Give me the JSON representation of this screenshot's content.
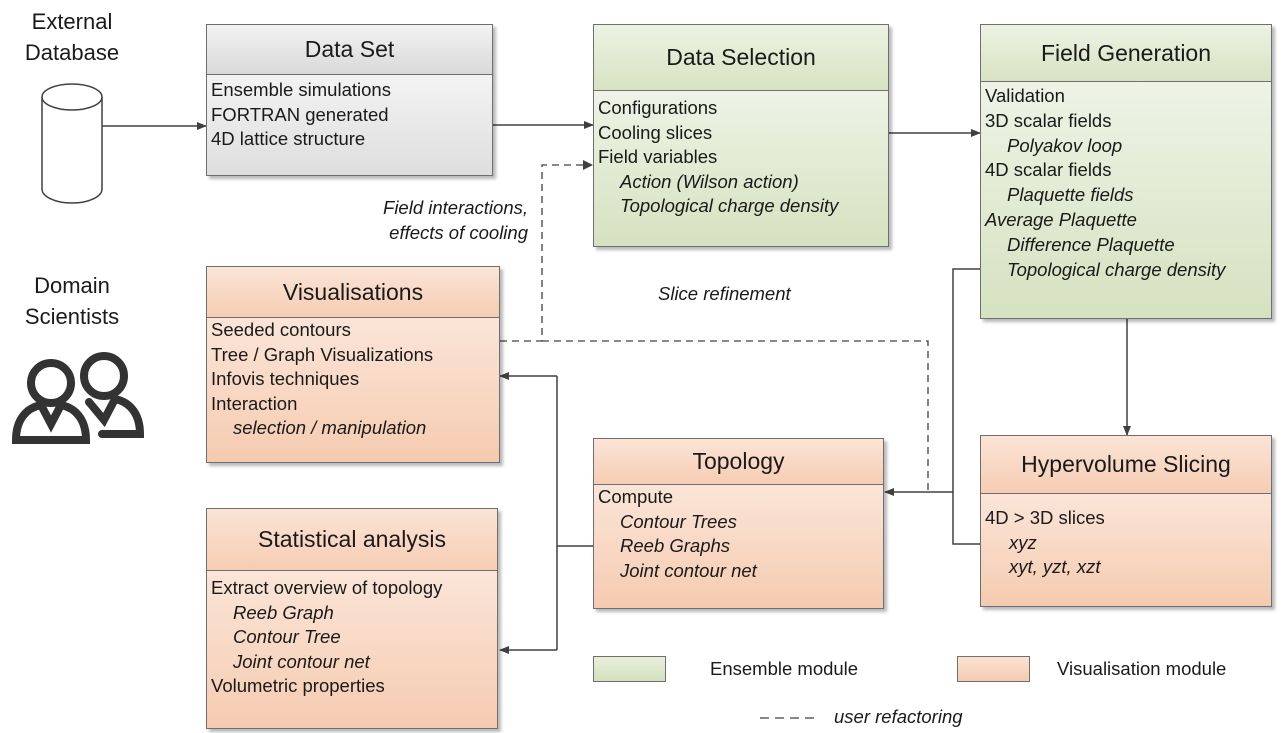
{
  "actors": {
    "external_database": "External\nDatabase",
    "domain_scientists": "Domain\nScientists"
  },
  "boxes": {
    "data_set": {
      "title": "Data Set",
      "items": [
        "Ensemble simulations",
        "FORTRAN generated",
        "4D lattice structure"
      ]
    },
    "data_selection": {
      "title": "Data Selection",
      "items": [
        "Configurations",
        "Cooling slices",
        "Field variables"
      ],
      "sub_items": [
        "Action (Wilson action)",
        "Topological charge density"
      ]
    },
    "field_generation": {
      "title": "Field Generation",
      "rows": [
        {
          "text": "Validation",
          "sub": false
        },
        {
          "text": "3D scalar fields",
          "sub": false
        },
        {
          "text": "Polyakov loop",
          "sub": true
        },
        {
          "text": "4D scalar fields",
          "sub": false
        },
        {
          "text": "Plaquette fields",
          "sub": true
        },
        {
          "text": "Average Plaquette",
          "sub": false,
          "italic": true
        },
        {
          "text": "Difference Plaquette",
          "sub": true
        },
        {
          "text": "Topological charge density",
          "sub": true
        }
      ]
    },
    "visualisations": {
      "title": "Visualisations",
      "items": [
        "Seeded contours",
        "Tree / Graph Visualizations",
        "Infovis techniques",
        "Interaction"
      ],
      "sub_items": [
        "selection / manipulation"
      ]
    },
    "topology": {
      "title": "Topology",
      "items": [
        "Compute"
      ],
      "sub_items": [
        "Contour Trees",
        "Reeb Graphs",
        "Joint contour net"
      ]
    },
    "hypervolume_slicing": {
      "title": "Hypervolume Slicing",
      "items": [
        "4D > 3D slices"
      ],
      "sub_items": [
        "xyz",
        "xyt, yzt, xzt"
      ]
    },
    "statistical_analysis": {
      "title": "Statistical analysis",
      "items": [
        "Extract overview of topology"
      ],
      "sub_items": [
        "Reeb Graph",
        "Contour Tree",
        "Joint contour net"
      ],
      "footer": "Volumetric properties"
    }
  },
  "annotations": {
    "field_interactions": "Field interactions,\neffects of cooling",
    "slice_refinement": "Slice refinement"
  },
  "legend": {
    "ensemble": "Ensemble module",
    "visualisation": "Visualisation  module",
    "user_refactoring": "user refactoring"
  },
  "colors": {
    "ensemble_module": "#d7e3c2",
    "visualisation_module": "#f6cdb3",
    "data_set": "#e3e3e3",
    "line": "#404040"
  }
}
